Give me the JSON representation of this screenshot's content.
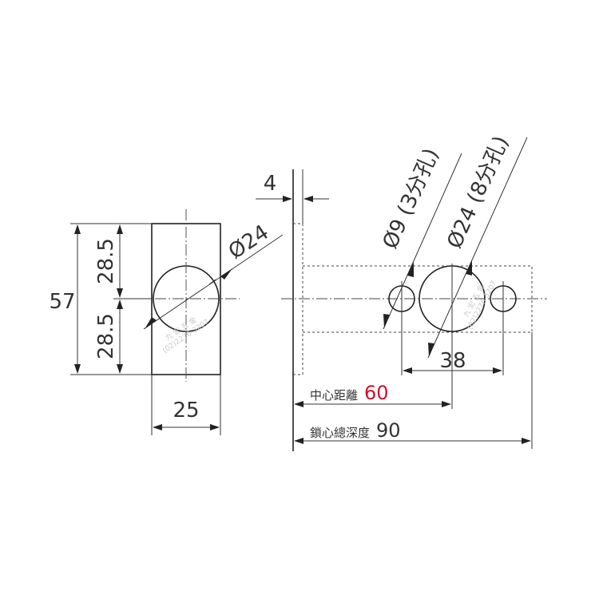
{
  "dimensions": {
    "height_total": "57",
    "height_top": "28.5",
    "height_bottom": "28.5",
    "width_plate": "25",
    "hole_large_front": "Ø24",
    "plate_thickness": "4",
    "small_hole": "Ø9 (3分孔)",
    "large_hole": "Ø24 (8分孔)",
    "spacing": "38",
    "center_distance_label": "中心距離",
    "center_distance_value": "60",
    "total_depth_label": "鎖心總深度",
    "total_depth_value": "90"
  },
  "watermark": {
    "line1": "九 宏 五 金",
    "line2": "(02)2276-3207"
  },
  "colors": {
    "line": "#222222",
    "text": "#333333",
    "accent_red": "#d0102a"
  }
}
